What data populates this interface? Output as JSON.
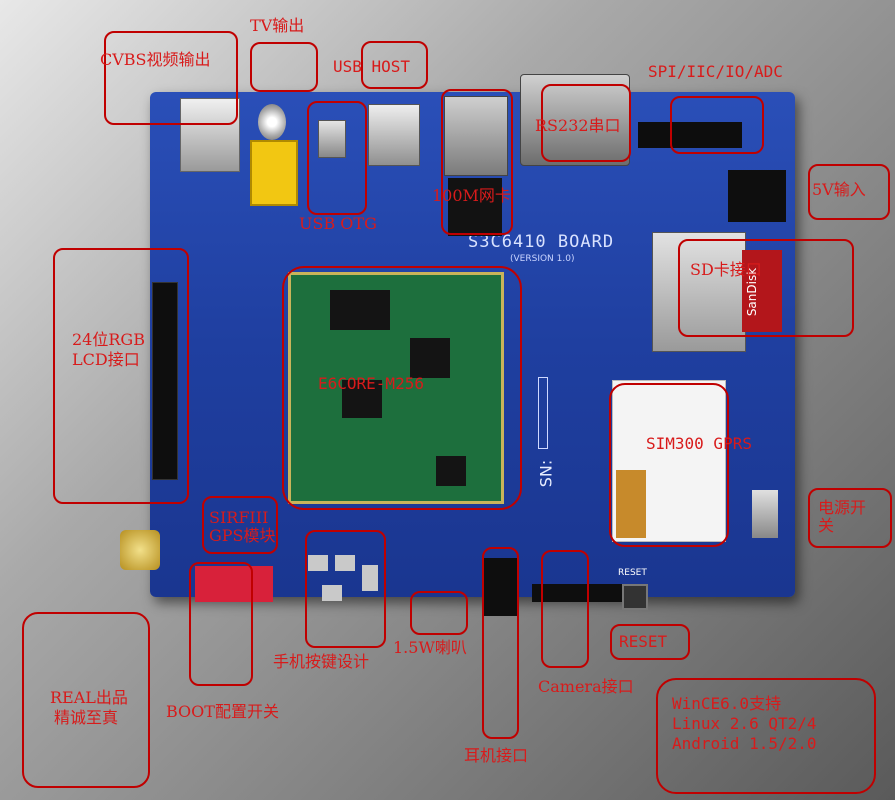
{
  "labels": {
    "tv_out": "TV输出",
    "cvbs": "CVBS视频输出",
    "usb_host": "USB HOST",
    "spi": "SPI/IIC/IO/ADC",
    "rs232": "RS232串口",
    "fivev": "5V输入",
    "usb_otg": "USB OTG",
    "net": "100M网卡",
    "sd": "SD卡接口",
    "lcd_line1": "24位RGB",
    "lcd_line2": "LCD接口",
    "core": "E6CORE-M256",
    "sim": "SIM300 GPRS",
    "gps_line1": "SIRFIII",
    "gps_line2": "GPS模块",
    "power_line1": "电源开",
    "power_line2": "关",
    "keys": "手机按键设计",
    "speaker": "1.5W喇叭",
    "reset": "RESET",
    "camera": "Camera接口",
    "boot": "BOOT配置开关",
    "real_line1": "REAL出品",
    "real_line2": "精诚至真",
    "earphone": "耳机接口",
    "os_line1": "WinCE6.0支持",
    "os_line2": "Linux 2.6 QT2/4",
    "os_line3": "Android 1.5/2.0"
  },
  "board": {
    "title": "S3C6410 BOARD",
    "version": "(VERSION 1.0)",
    "sn": "SN:",
    "sandisk": "SanDisk",
    "reset_silk": "RESET"
  },
  "colors": {
    "board": "#1f3fa0",
    "annotation": "#d81b1b",
    "box": "#c00000"
  }
}
